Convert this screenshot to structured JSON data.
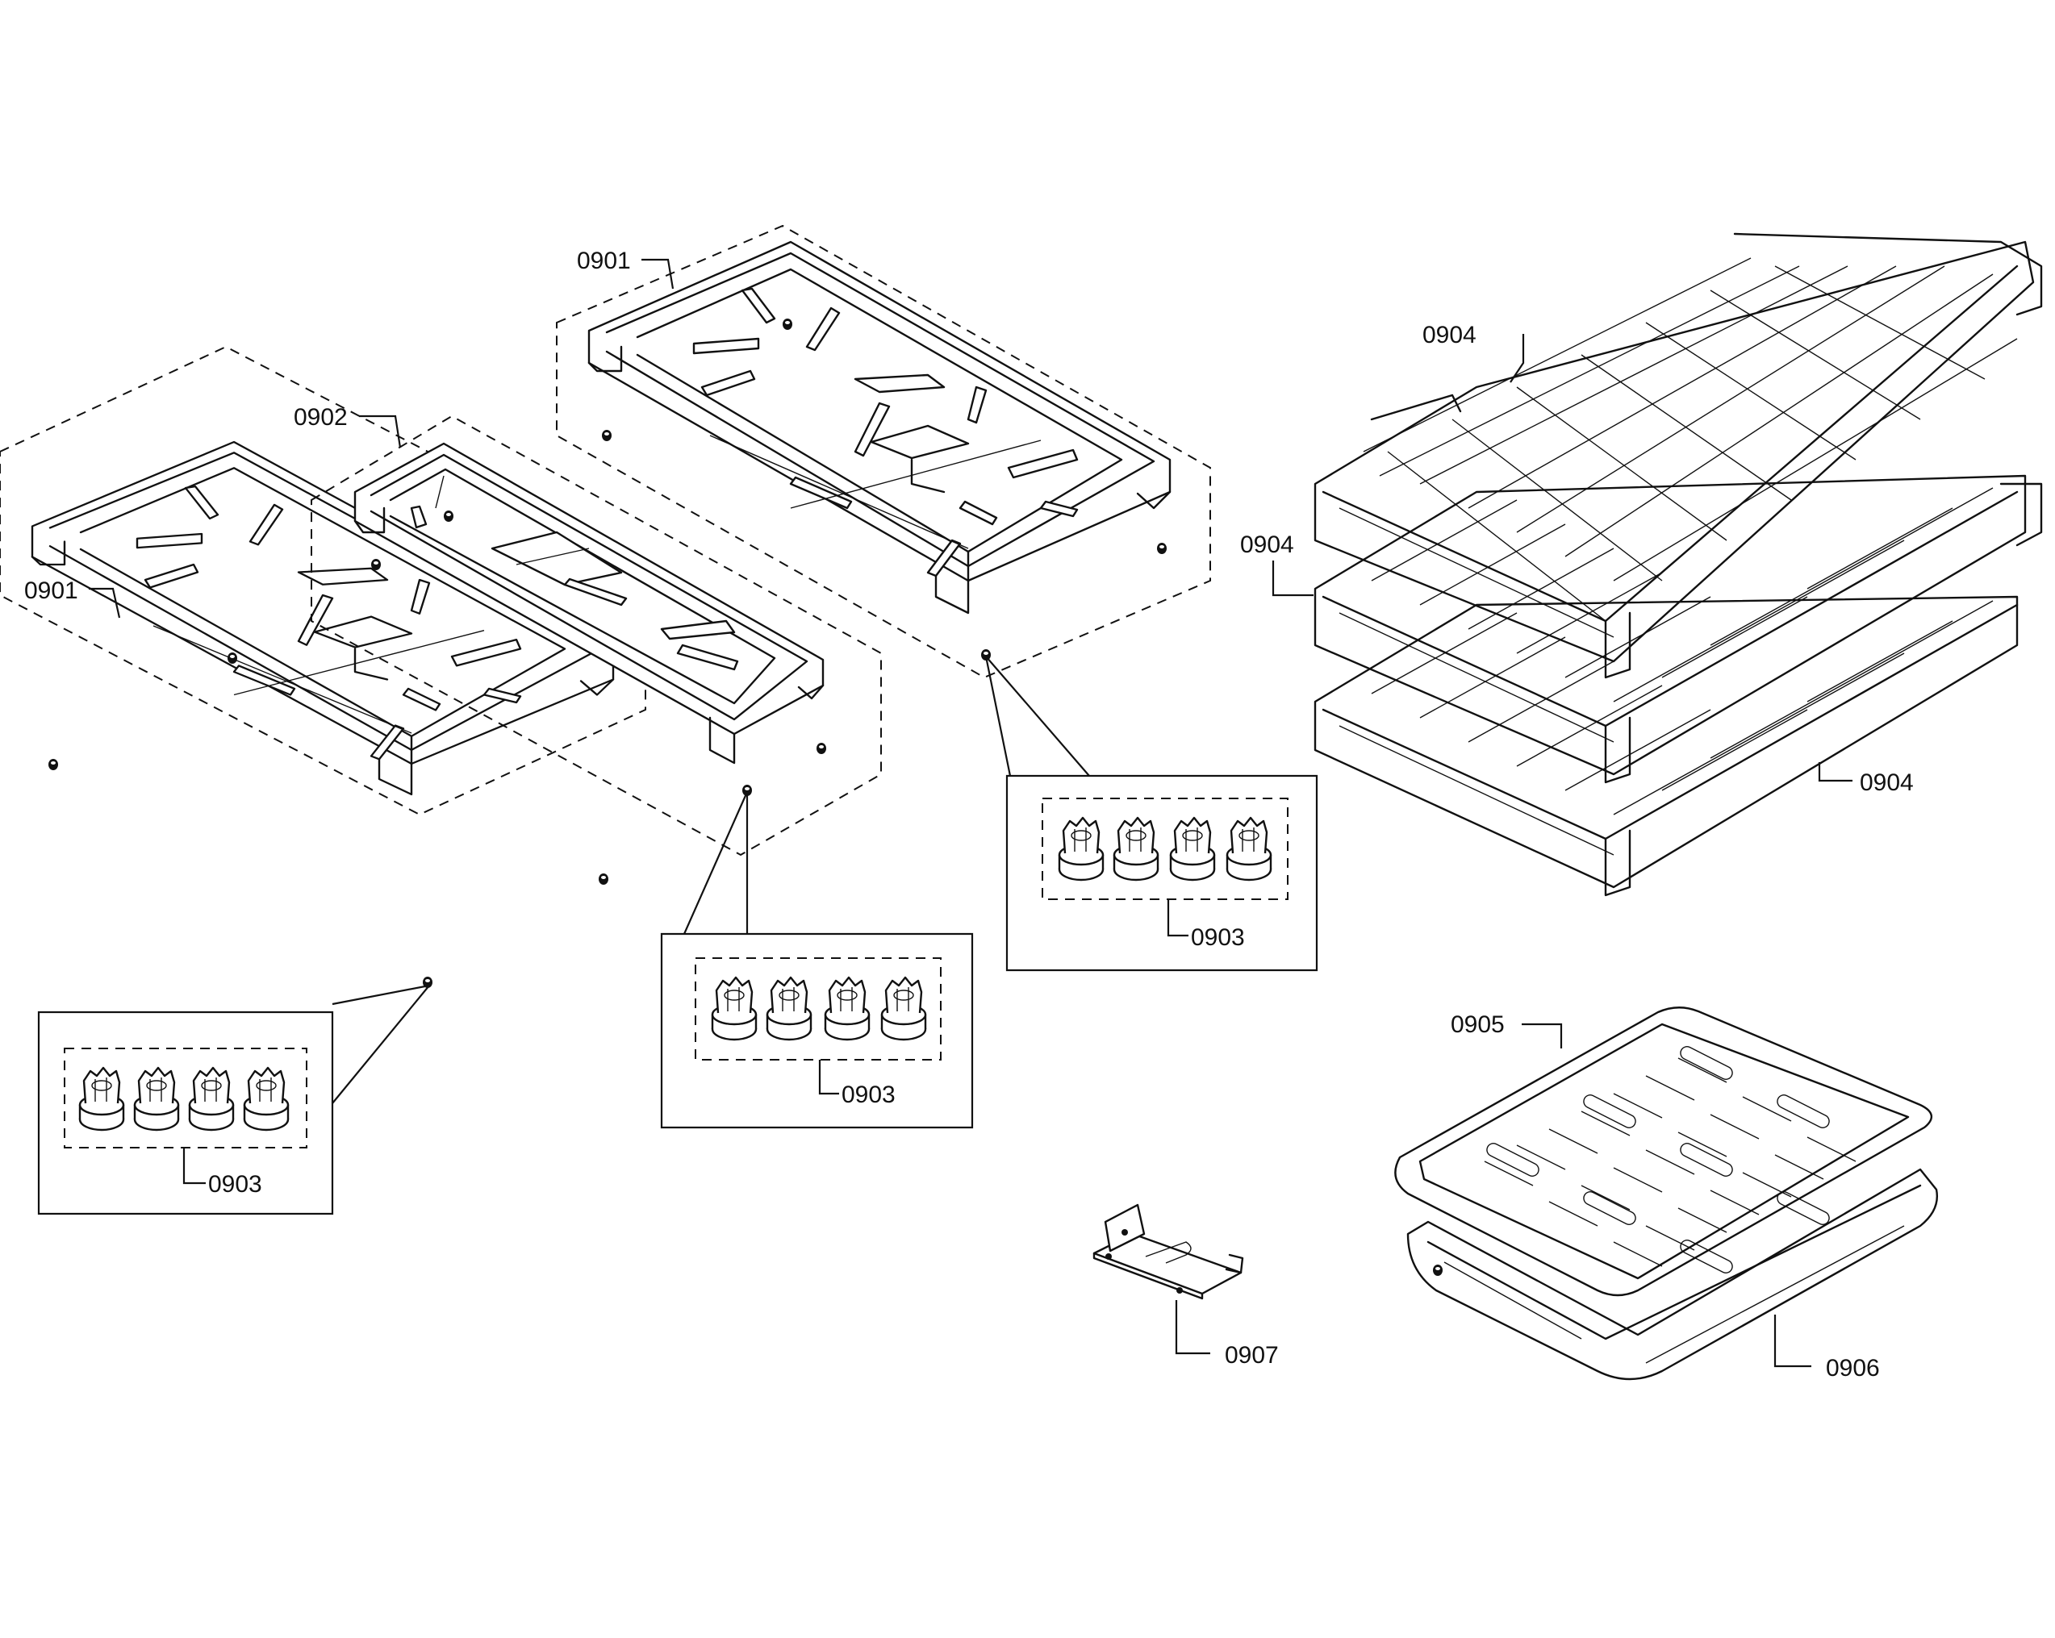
{
  "labels": {
    "grate_left": "0901",
    "grate_center": "0902",
    "grate_right": "0901",
    "feet_left": "0903",
    "feet_center": "0903",
    "feet_right": "0903",
    "rack_top": "0904",
    "rack_middle": "0904",
    "rack_bottom": "0904",
    "broil_pan_insert": "0905",
    "broil_pan": "0906",
    "bracket": "0907"
  }
}
